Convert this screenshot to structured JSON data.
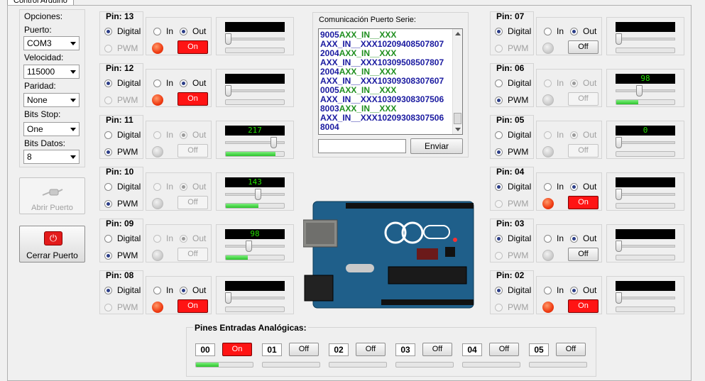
{
  "window": {
    "tab_label": "Control Arduino"
  },
  "options": {
    "title": "Opciones:",
    "port_label": "Puerto:",
    "port_value": "COM3",
    "speed_label": "Velocidad:",
    "speed_value": "115000",
    "parity_label": "Paridad:",
    "parity_value": "None",
    "stop_label": "Bits Stop:",
    "stop_value": "One",
    "data_label": "Bits Datos:",
    "data_value": "8"
  },
  "buttons": {
    "open": "Abrir Puerto",
    "close": "Cerrar Puerto"
  },
  "serial": {
    "title": "Comunicación Puerto Serie:",
    "lines": [
      [
        "9005",
        "AXX_IN__XXX"
      ],
      [
        "AXX_IN__XXX10209408507807",
        ""
      ],
      [
        "2004",
        "AXX_IN__XXX"
      ],
      [
        "AXX_IN__XXX10309508507807",
        ""
      ],
      [
        "2004",
        "AXX_IN__XXX"
      ],
      [
        "AXX_IN__XXX10309308307607",
        ""
      ],
      [
        "0005",
        "AXX_IN__XXX"
      ],
      [
        "AXX_IN__XXX10309308307506",
        ""
      ],
      [
        "8003",
        "AXX_IN__XXX"
      ],
      [
        "AXX_IN__XXX10209308307506",
        ""
      ],
      [
        "8004",
        ""
      ]
    ],
    "input_value": "",
    "send_label": "Enviar"
  },
  "labels": {
    "digital": "Digital",
    "pwm": "PWM",
    "in": "In",
    "out": "Out",
    "on": "On",
    "off": "Off"
  },
  "pins": [
    {
      "title": "Pin: 13",
      "mode": "digital",
      "dir": "out",
      "state": "On",
      "lcd": "",
      "slider": 0,
      "bar": 0
    },
    {
      "title": "Pin: 12",
      "mode": "digital",
      "dir": "out",
      "state": "On",
      "lcd": "",
      "slider": 0,
      "bar": 0
    },
    {
      "title": "Pin: 11",
      "mode": "pwm",
      "dir": "out",
      "state": "Off",
      "lcd": "217",
      "slider": 0.85,
      "bar": 0.85
    },
    {
      "title": "Pin: 10",
      "mode": "pwm",
      "dir": "out",
      "state": "Off",
      "lcd": "143",
      "slider": 0.56,
      "bar": 0.56
    },
    {
      "title": "Pin: 09",
      "mode": "pwm",
      "dir": "out",
      "state": "Off",
      "lcd": "98",
      "slider": 0.38,
      "bar": 0.38
    },
    {
      "title": "Pin: 08",
      "mode": "digital",
      "dir": "out",
      "state": "On",
      "lcd": "",
      "slider": 0,
      "bar": 0
    },
    {
      "title": "Pin: 07",
      "mode": "digital",
      "dir": "out",
      "state": "Off",
      "lcd": "",
      "slider": 0,
      "bar": 0
    },
    {
      "title": "Pin: 06",
      "mode": "pwm",
      "dir": "out",
      "state": "Off",
      "lcd": "98",
      "slider": 0.38,
      "bar": 0.38
    },
    {
      "title": "Pin: 05",
      "mode": "pwm",
      "dir": "out",
      "state": "Off",
      "lcd": "0",
      "slider": 0,
      "bar": 0
    },
    {
      "title": "Pin: 04",
      "mode": "digital",
      "dir": "out",
      "state": "On",
      "lcd": "",
      "slider": 0,
      "bar": 0
    },
    {
      "title": "Pin: 03",
      "mode": "digital",
      "dir": "out",
      "state": "Off",
      "lcd": "",
      "slider": 0,
      "bar": 0
    },
    {
      "title": "Pin: 02",
      "mode": "digital",
      "dir": "out",
      "state": "On",
      "lcd": "",
      "slider": 0,
      "bar": 0
    }
  ],
  "analog": {
    "title": "Pines Entradas Analógicas:",
    "pins": [
      {
        "label": "00",
        "state": "On",
        "bar": 0.4
      },
      {
        "label": "01",
        "state": "Off",
        "bar": 0
      },
      {
        "label": "02",
        "state": "Off",
        "bar": 0
      },
      {
        "label": "03",
        "state": "Off",
        "bar": 0
      },
      {
        "label": "04",
        "state": "Off",
        "bar": 0
      },
      {
        "label": "05",
        "state": "Off",
        "bar": 0
      }
    ]
  },
  "colors": {
    "led_on": "#ef3b12",
    "button_on": "#ff1414",
    "lcd_text": "#22e000",
    "bar_fill": "#2bc42b",
    "serial_blue": "#1a1aa0",
    "serial_green": "#1f8f1f"
  },
  "icons": {
    "open_port": "serial-cable-icon",
    "close_port": "power-icon"
  }
}
